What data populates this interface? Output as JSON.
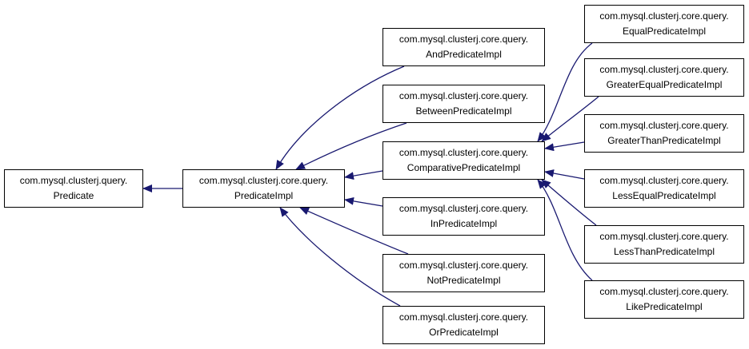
{
  "colors": {
    "edge": "#191970",
    "node_border": "#000000",
    "node_fill": "#ffffff",
    "text": "#000000"
  },
  "nodes": {
    "predicate": {
      "line1": "com.mysql.clusterj.query.",
      "line2": "Predicate"
    },
    "predicateimpl": {
      "line1": "com.mysql.clusterj.core.query.",
      "line2": "PredicateImpl"
    },
    "and": {
      "line1": "com.mysql.clusterj.core.query.",
      "line2": "AndPredicateImpl"
    },
    "between": {
      "line1": "com.mysql.clusterj.core.query.",
      "line2": "BetweenPredicateImpl"
    },
    "comparative": {
      "line1": "com.mysql.clusterj.core.query.",
      "line2": "ComparativePredicateImpl"
    },
    "in": {
      "line1": "com.mysql.clusterj.core.query.",
      "line2": "InPredicateImpl"
    },
    "not": {
      "line1": "com.mysql.clusterj.core.query.",
      "line2": "NotPredicateImpl"
    },
    "or": {
      "line1": "com.mysql.clusterj.core.query.",
      "line2": "OrPredicateImpl"
    },
    "equal": {
      "line1": "com.mysql.clusterj.core.query.",
      "line2": "EqualPredicateImpl"
    },
    "greaterequal": {
      "line1": "com.mysql.clusterj.core.query.",
      "line2": "GreaterEqualPredicateImpl"
    },
    "greaterthan": {
      "line1": "com.mysql.clusterj.core.query.",
      "line2": "GreaterThanPredicateImpl"
    },
    "lessequal": {
      "line1": "com.mysql.clusterj.core.query.",
      "line2": "LessEqualPredicateImpl"
    },
    "lessthan": {
      "line1": "com.mysql.clusterj.core.query.",
      "line2": "LessThanPredicateImpl"
    },
    "like": {
      "line1": "com.mysql.clusterj.core.query.",
      "line2": "LikePredicateImpl"
    }
  },
  "edges": [
    {
      "from": "predicateimpl",
      "to": "predicate"
    },
    {
      "from": "and",
      "to": "predicateimpl"
    },
    {
      "from": "between",
      "to": "predicateimpl"
    },
    {
      "from": "comparative",
      "to": "predicateimpl"
    },
    {
      "from": "in",
      "to": "predicateimpl"
    },
    {
      "from": "not",
      "to": "predicateimpl"
    },
    {
      "from": "or",
      "to": "predicateimpl"
    },
    {
      "from": "equal",
      "to": "comparative"
    },
    {
      "from": "greaterequal",
      "to": "comparative"
    },
    {
      "from": "greaterthan",
      "to": "comparative"
    },
    {
      "from": "lessequal",
      "to": "comparative"
    },
    {
      "from": "lessthan",
      "to": "comparative"
    },
    {
      "from": "like",
      "to": "comparative"
    }
  ]
}
